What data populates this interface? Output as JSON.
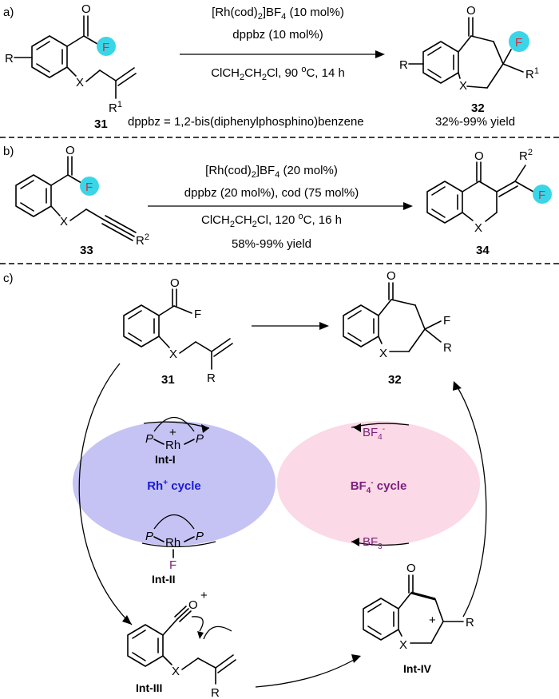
{
  "panels": {
    "a": {
      "label": "a)",
      "substrate": "31",
      "product": "32",
      "conditions": [
        "[Rh(cod)2]BF4 (10 mol%)",
        "dppbz (10 mol%)",
        "ClCH2CH2Cl, 90 oC, 14 h"
      ],
      "footnote": "dppbz = 1,2-bis(diphenylphosphino)benzene",
      "yield": "32%-99% yield",
      "atoms": {
        "F": "F",
        "R": "R",
        "X": "X",
        "R1": "R1",
        "O": "O"
      }
    },
    "b": {
      "label": "b)",
      "substrate": "33",
      "product": "34",
      "conditions": [
        "[Rh(cod)2]BF4 (20 mol%)",
        "dppbz (20 mol%), cod (75 mol%)",
        "ClCH2CH2Cl, 120 oC, 16 h",
        "58%-99% yield"
      ],
      "atoms": {
        "F": "F",
        "R2": "R2",
        "X": "X",
        "O": "O"
      }
    },
    "c": {
      "label": "c)",
      "substrate": "31",
      "product": "32",
      "cycles": [
        {
          "name": "Rh+ cycle",
          "color": "#c5c3f4",
          "text_color": "#1a1ad6"
        },
        {
          "name": "BF4- cycle",
          "color": "#fbd9e6",
          "text_color": "#7b1f7b"
        }
      ],
      "intermediates": [
        "Int-I",
        "Int-II",
        "Int-III",
        "Int-IV"
      ],
      "species": {
        "bf4": "BF4-",
        "bf3": "BF3",
        "rh": "Rh",
        "p": "P",
        "f": "F",
        "plus": "+"
      },
      "atoms": {
        "F": "F",
        "R": "R",
        "X": "X",
        "O": "O"
      }
    }
  }
}
